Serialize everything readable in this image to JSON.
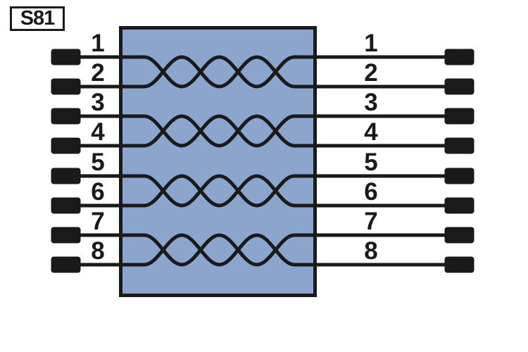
{
  "header": {
    "label": "S81"
  },
  "diagram": {
    "left_labels": [
      "1",
      "2",
      "3",
      "4",
      "5",
      "6",
      "7",
      "8"
    ],
    "right_labels": [
      "1",
      "2",
      "3",
      "4",
      "5",
      "6",
      "7",
      "8"
    ],
    "twisted_pairs": [
      [
        "1",
        "2"
      ],
      [
        "3",
        "4"
      ],
      [
        "5",
        "6"
      ],
      [
        "7",
        "8"
      ]
    ],
    "colors": {
      "background": "#ffffff",
      "box_fill": "#8ca5cd",
      "box_stroke": "#1a1a1a",
      "wire": "#1a1a1a",
      "pin_fill": "#1a1a1a",
      "label_text": "#1a1a1a"
    }
  }
}
